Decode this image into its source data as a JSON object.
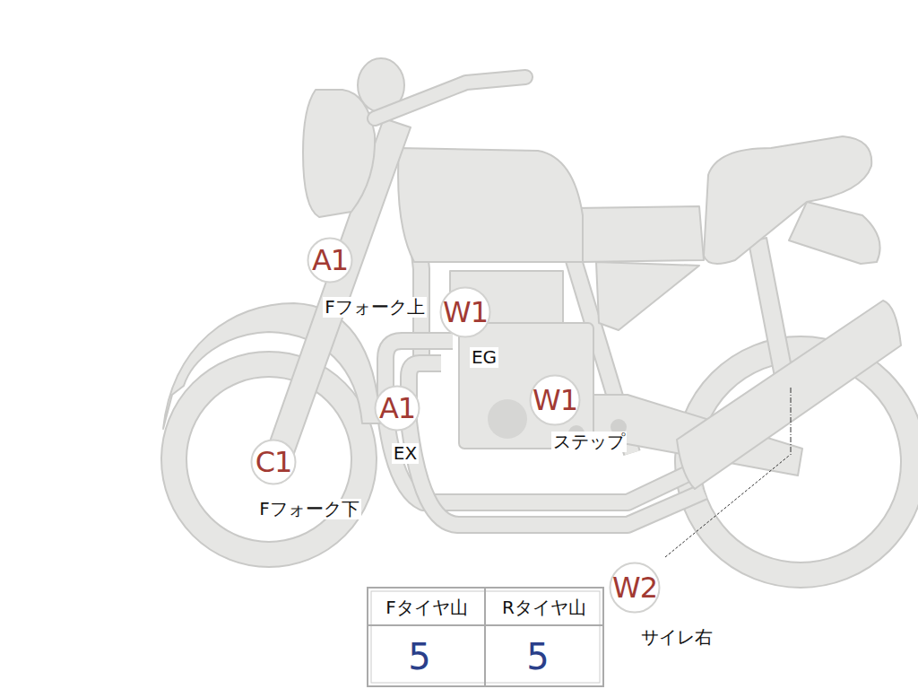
{
  "diagram": {
    "nodes": [
      {
        "text": [
          "A1",
          "Fフォーク上"
        ]
      },
      {
        "text": [
          "W1",
          "EG"
        ]
      },
      {
        "text": [
          "A1",
          "EX"
        ]
      },
      {
        "text": [
          "W1",
          "ステップ"
        ]
      },
      {
        "text": [
          "C1",
          "Fフォーク下"
        ]
      },
      {
        "text": [
          "W2",
          "サイレ右"
        ]
      }
    ],
    "labels": [
      "Fタイヤ山",
      "Rタイヤ山",
      "5",
      "5"
    ]
  }
}
